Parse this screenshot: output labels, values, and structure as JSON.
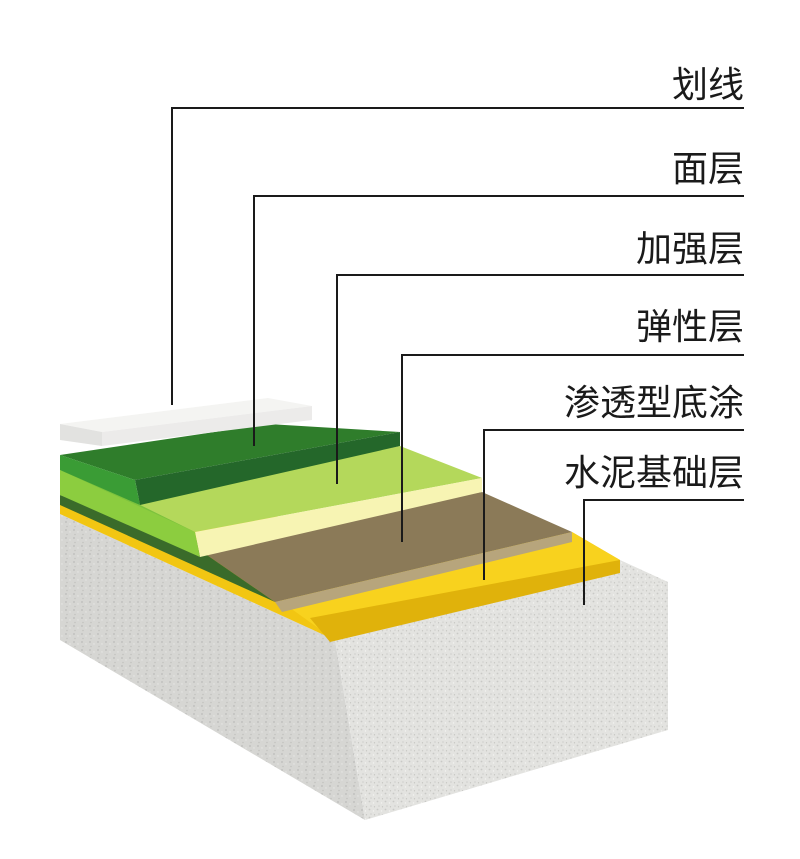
{
  "layers": [
    {
      "id": "line",
      "label": "划线",
      "color": "#eeeeec"
    },
    {
      "id": "surface",
      "label": "面层",
      "color": "#2f7d2b"
    },
    {
      "id": "reinforce",
      "label": "加强层",
      "color": "#b3d95a"
    },
    {
      "id": "elastic",
      "label": "弹性层",
      "color": "#8b7a57"
    },
    {
      "id": "primer",
      "label": "渗透型底涂",
      "color": "#f4c81a"
    },
    {
      "id": "base",
      "label": "水泥基础层",
      "color": "#dcdcda"
    }
  ]
}
